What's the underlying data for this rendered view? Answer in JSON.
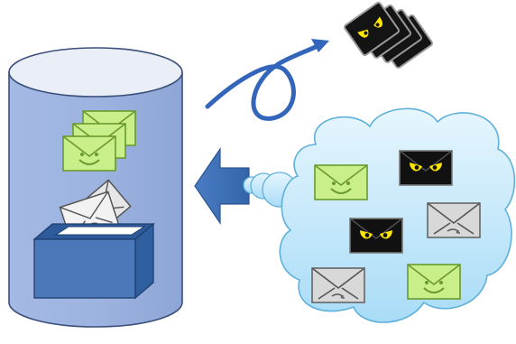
{
  "diagram": {
    "elements": [
      {
        "id": "database",
        "kind": "cylinder",
        "icon": "database-icon"
      },
      {
        "id": "mail-stack-good",
        "kind": "envelope-stack",
        "icon": "good-mail-icon",
        "mood": "happy",
        "count": 3
      },
      {
        "id": "ballot-box",
        "kind": "box",
        "icon": "inbox-box-icon"
      },
      {
        "id": "mail-dropping",
        "kind": "envelope-pair",
        "icon": "mail-icon"
      },
      {
        "id": "cloud",
        "kind": "thought-cloud",
        "icon": "cloud-icon"
      },
      {
        "id": "filter-arrow",
        "kind": "arrow",
        "icon": "arrow-left-icon",
        "direction": "left"
      },
      {
        "id": "discard-arrow",
        "kind": "curved-arrow",
        "icon": "curved-arrow-icon",
        "direction": "up-right"
      },
      {
        "id": "spam-stack",
        "kind": "envelope-stack",
        "icon": "spam-mail-icon",
        "mood": "evil",
        "count": 4
      }
    ],
    "cloud_mails": [
      {
        "name": "cloud-mail-happy-1",
        "mood": "happy",
        "icon": "happy-mail-icon"
      },
      {
        "name": "cloud-mail-evil-1",
        "mood": "evil",
        "icon": "evil-mail-icon"
      },
      {
        "name": "cloud-mail-evil-2",
        "mood": "evil",
        "icon": "evil-mail-icon"
      },
      {
        "name": "cloud-mail-neutral-1",
        "mood": "neutral",
        "icon": "neutral-mail-icon"
      },
      {
        "name": "cloud-mail-neutral-2",
        "mood": "neutral",
        "icon": "neutral-mail-icon"
      },
      {
        "name": "cloud-mail-happy-2",
        "mood": "happy",
        "icon": "happy-mail-icon"
      }
    ],
    "colors": {
      "cylinder_body": "#9db3e0",
      "cylinder_stroke": "#3a4f7a",
      "cylinder_top": "#e8eef8",
      "box_front": "#4a78b8",
      "box_top": "#2e5a99",
      "good_mail": "#c9ef8a",
      "good_mail_stroke": "#6a9a2e",
      "spam_mail": "#111111",
      "spam_eye": "#ffe600",
      "neutral_mail": "#d8d8d8",
      "cloud_fill": "#bfe8fb",
      "cloud_stroke": "#5fb0da",
      "arrow": "#3d6fb8",
      "curve": "#3366bb"
    }
  }
}
